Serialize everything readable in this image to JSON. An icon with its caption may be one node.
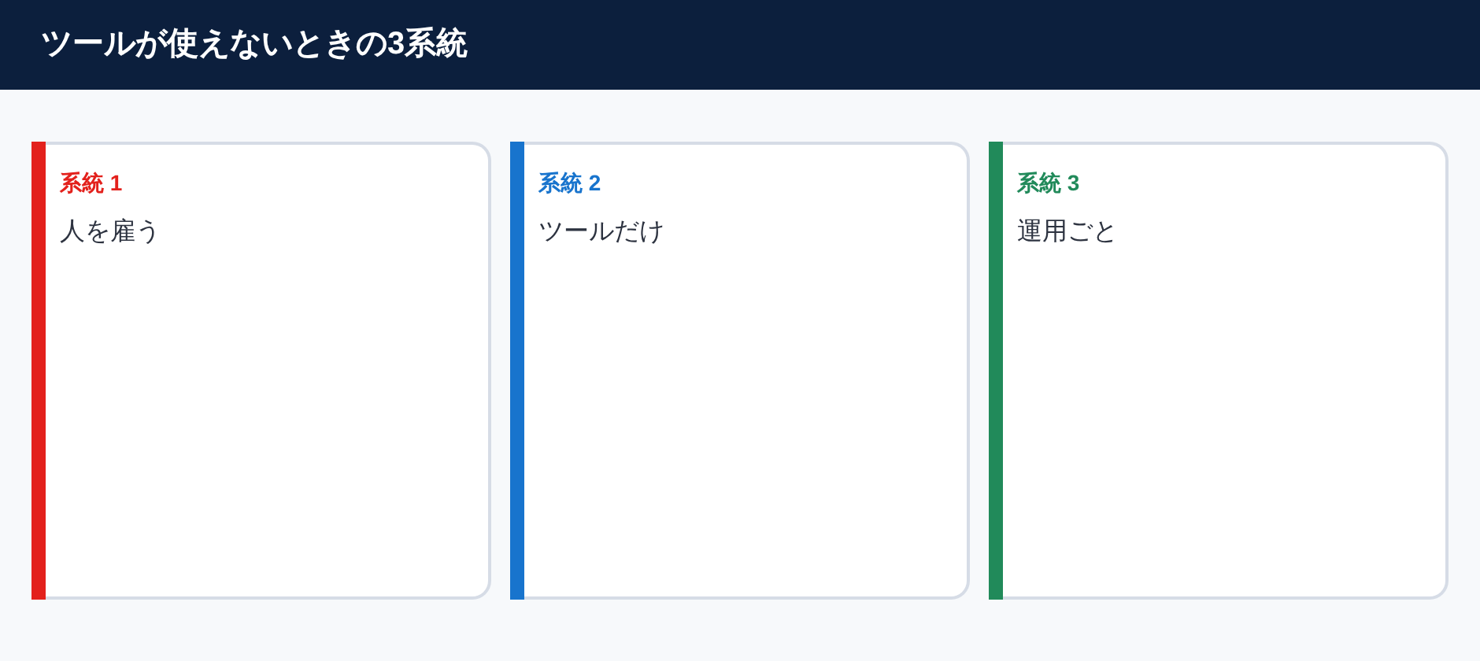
{
  "diagram": {
    "title": "ツールが使えないときの3系統",
    "nodes": [
      {
        "text": [
          "系統 1",
          "人を雇う"
        ]
      },
      {
        "text": [
          "系統 2",
          "ツールだけ"
        ]
      },
      {
        "text": [
          "系統 3",
          "運用ごと"
        ]
      }
    ]
  }
}
